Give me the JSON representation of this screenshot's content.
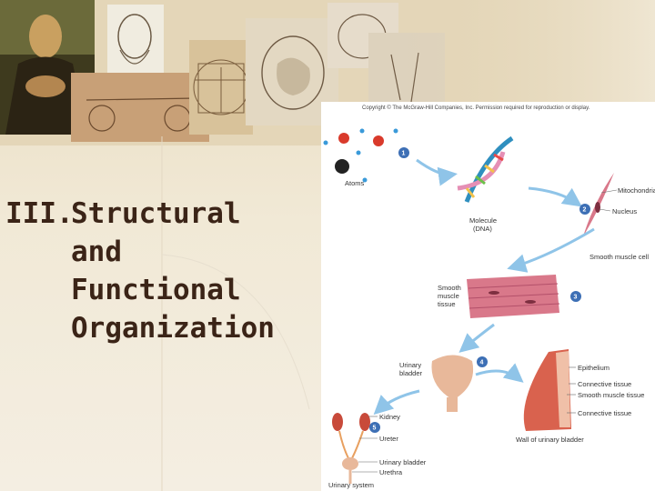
{
  "heading": {
    "number": "III.",
    "lines": [
      "Structural",
      "and",
      "Functional",
      "Organization"
    ]
  },
  "figure": {
    "copyright": "Copyright © The McGraw-Hill Companies, Inc. Permission required for reproduction or display.",
    "steps": [
      "1",
      "2",
      "3",
      "4",
      "5"
    ],
    "labels": {
      "atoms": "Atoms",
      "molecule_1": "Molecule",
      "molecule_2": "(DNA)",
      "mitochondria": "Mitochondria",
      "nucleus": "Nucleus",
      "smooth_muscle_cell": "Smooth muscle cell",
      "tissue_1": "Smooth",
      "tissue_2": "muscle",
      "tissue_3": "tissue",
      "bladder_1": "Urinary",
      "bladder_2": "bladder",
      "epithelium": "Epithelium",
      "connective_1": "Connective tissue",
      "smooth_muscle_tissue": "Smooth muscle tissue",
      "connective_2": "Connective tissue",
      "wall": "Wall of urinary bladder",
      "kidney": "Kidney",
      "ureter": "Ureter",
      "urinary_bladder": "Urinary bladder",
      "urethra": "Urethra",
      "system": "Urinary system"
    }
  },
  "colors": {
    "heading": "#3b2417",
    "step_badge": "#3d6fb5",
    "arrow": "#8fc4e8",
    "muscle": "#d9788a"
  }
}
